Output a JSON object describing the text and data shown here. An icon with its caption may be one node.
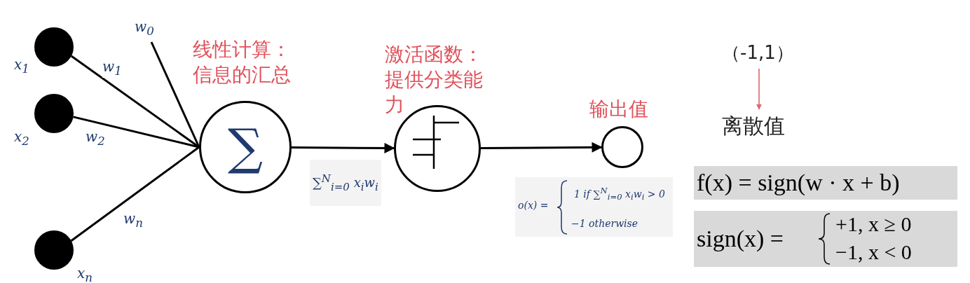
{
  "diagram": {
    "nodes": [
      {
        "text": [],
        "shape": "circle",
        "beside": [
          "x$_{1}$"
        ]
      },
      {
        "text": [],
        "shape": "circle",
        "beside": [
          "x$_{2}$"
        ]
      },
      {
        "text": [],
        "shape": "circle",
        "beside": [
          "x$_{n}$"
        ]
      },
      {
        "text": [
          "∑"
        ],
        "beside": [
          "线性计算：信息的汇总"
        ]
      },
      {
        "text": [],
        "shape": "circle",
        "beside": [
          "激活函数：提供分类能力"
        ]
      },
      {
        "text": [],
        "shape": "circle",
        "beside": [
          "输出值"
        ]
      },
      {
        "text": [
          "（-1,1）"
        ]
      },
      {
        "text": [
          "离散值"
        ]
      }
    ],
    "edges": [
      {
        "from": 0,
        "to": 3,
        "arrow": "none",
        "label": "w$_{1}$"
      },
      {
        "from": 1,
        "to": 3,
        "arrow": "none",
        "label": "w$_{2}$"
      },
      {
        "from": 2,
        "to": 3,
        "arrow": "none",
        "label": "w$_{n}$"
      },
      {
        "from": null,
        "to": 3,
        "arrow": "none",
        "label": "w$_{0}$"
      },
      {
        "from": 3,
        "to": 4,
        "arrow": "to",
        "label": "∑$^{N}$$_{i=0}$ x$_{i}$w$_{i}$"
      },
      {
        "from": 4,
        "to": 5,
        "arrow": "to"
      },
      {
        "from": 6,
        "to": 7,
        "arrow": "to",
        "color": "#e06666"
      }
    ],
    "labels": [
      "o(x) =",
      "1 if ∑$^{N}$$_{i=0}$ x$_{i}$w$_{i}$ > 0",
      "−1 otherwise",
      "f(x) = sign(w · x + b)",
      "sign(x) =",
      "+1,  x ≥ 0",
      "−1,  x < 0"
    ]
  }
}
